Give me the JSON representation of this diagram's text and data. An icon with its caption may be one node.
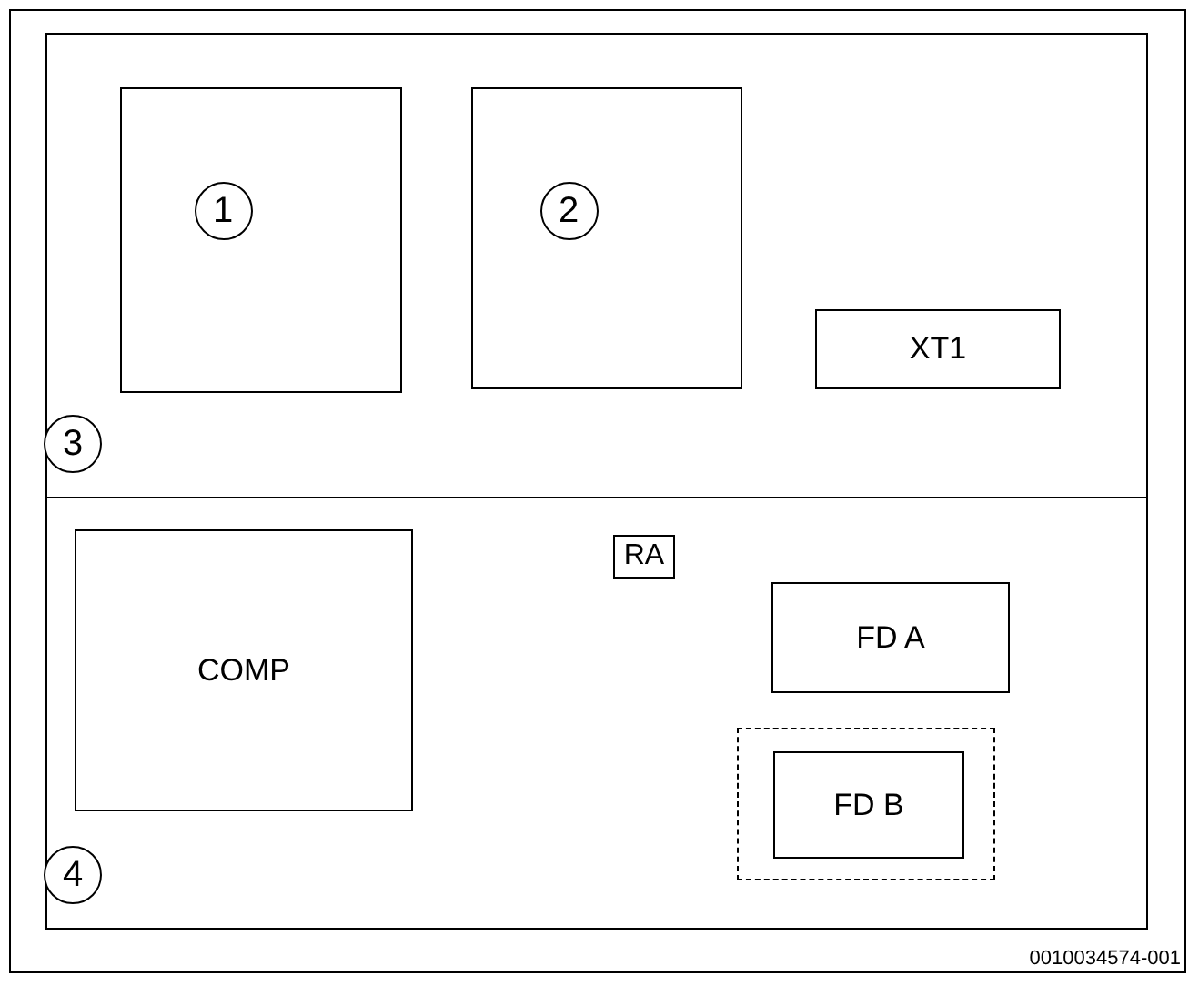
{
  "diagram": {
    "nodes": [
      {
        "text": [
          "3"
        ]
      },
      {
        "text": [
          "1"
        ],
        "in": 0
      },
      {
        "text": [
          "2"
        ],
        "in": 0
      },
      {
        "text": [
          "XT1"
        ],
        "in": 0
      },
      {
        "text": [
          "4"
        ]
      },
      {
        "text": [
          "COMP"
        ],
        "in": 4
      },
      {
        "text": [
          "RA"
        ],
        "in": 4
      },
      {
        "text": [
          "FD A"
        ],
        "in": 4
      },
      {
        "text": [],
        "shape": "box",
        "in": 4
      },
      {
        "text": [
          "FD B"
        ],
        "in": 8
      }
    ],
    "labels": [
      "0010034574-001"
    ]
  }
}
